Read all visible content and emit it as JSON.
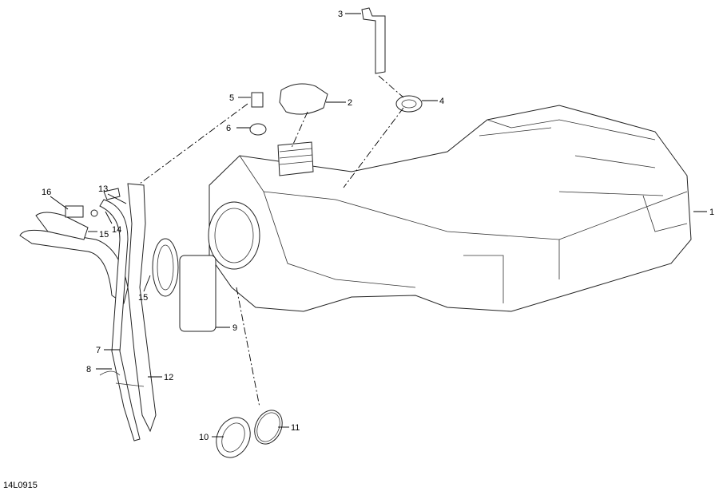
{
  "diagram": {
    "reference_code": "14L0915",
    "callouts": [
      {
        "label": "1",
        "part": "fuel-tank"
      },
      {
        "label": "2",
        "part": "fuel-cap"
      },
      {
        "label": "3",
        "part": "vent-tube"
      },
      {
        "label": "4",
        "part": "grommet"
      },
      {
        "label": "5",
        "part": "valve"
      },
      {
        "label": "6",
        "part": "valve-grommet"
      },
      {
        "label": "7",
        "part": "vent-hose"
      },
      {
        "label": "8",
        "part": "clamp"
      },
      {
        "label": "9",
        "part": "fuel-pump"
      },
      {
        "label": "10",
        "part": "lock-ring"
      },
      {
        "label": "11",
        "part": "o-ring"
      },
      {
        "label": "12",
        "part": "hose"
      },
      {
        "label": "13",
        "part": "hose"
      },
      {
        "label": "14",
        "part": "connector"
      },
      {
        "label": "15",
        "part": "clamp"
      },
      {
        "label": "15",
        "part": "clamp"
      },
      {
        "label": "16",
        "part": "fuel-line-connector"
      }
    ]
  }
}
